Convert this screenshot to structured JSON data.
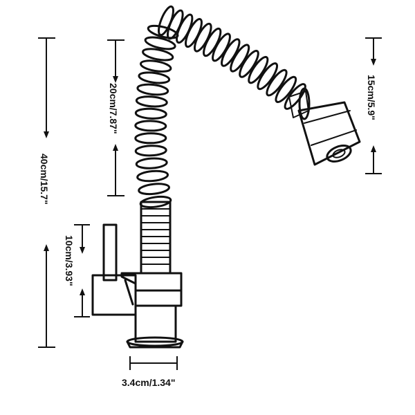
{
  "colors": {
    "line": "#111111",
    "background": "#ffffff"
  },
  "dimensions": {
    "total_height": "40cm/15.7\"",
    "spout_reach": "20cm/7.87\"",
    "sprayer_height": "15cm/5.9\"",
    "handle_height": "10cm/3.93\"",
    "base_width": "3.4cm/1.34\""
  }
}
